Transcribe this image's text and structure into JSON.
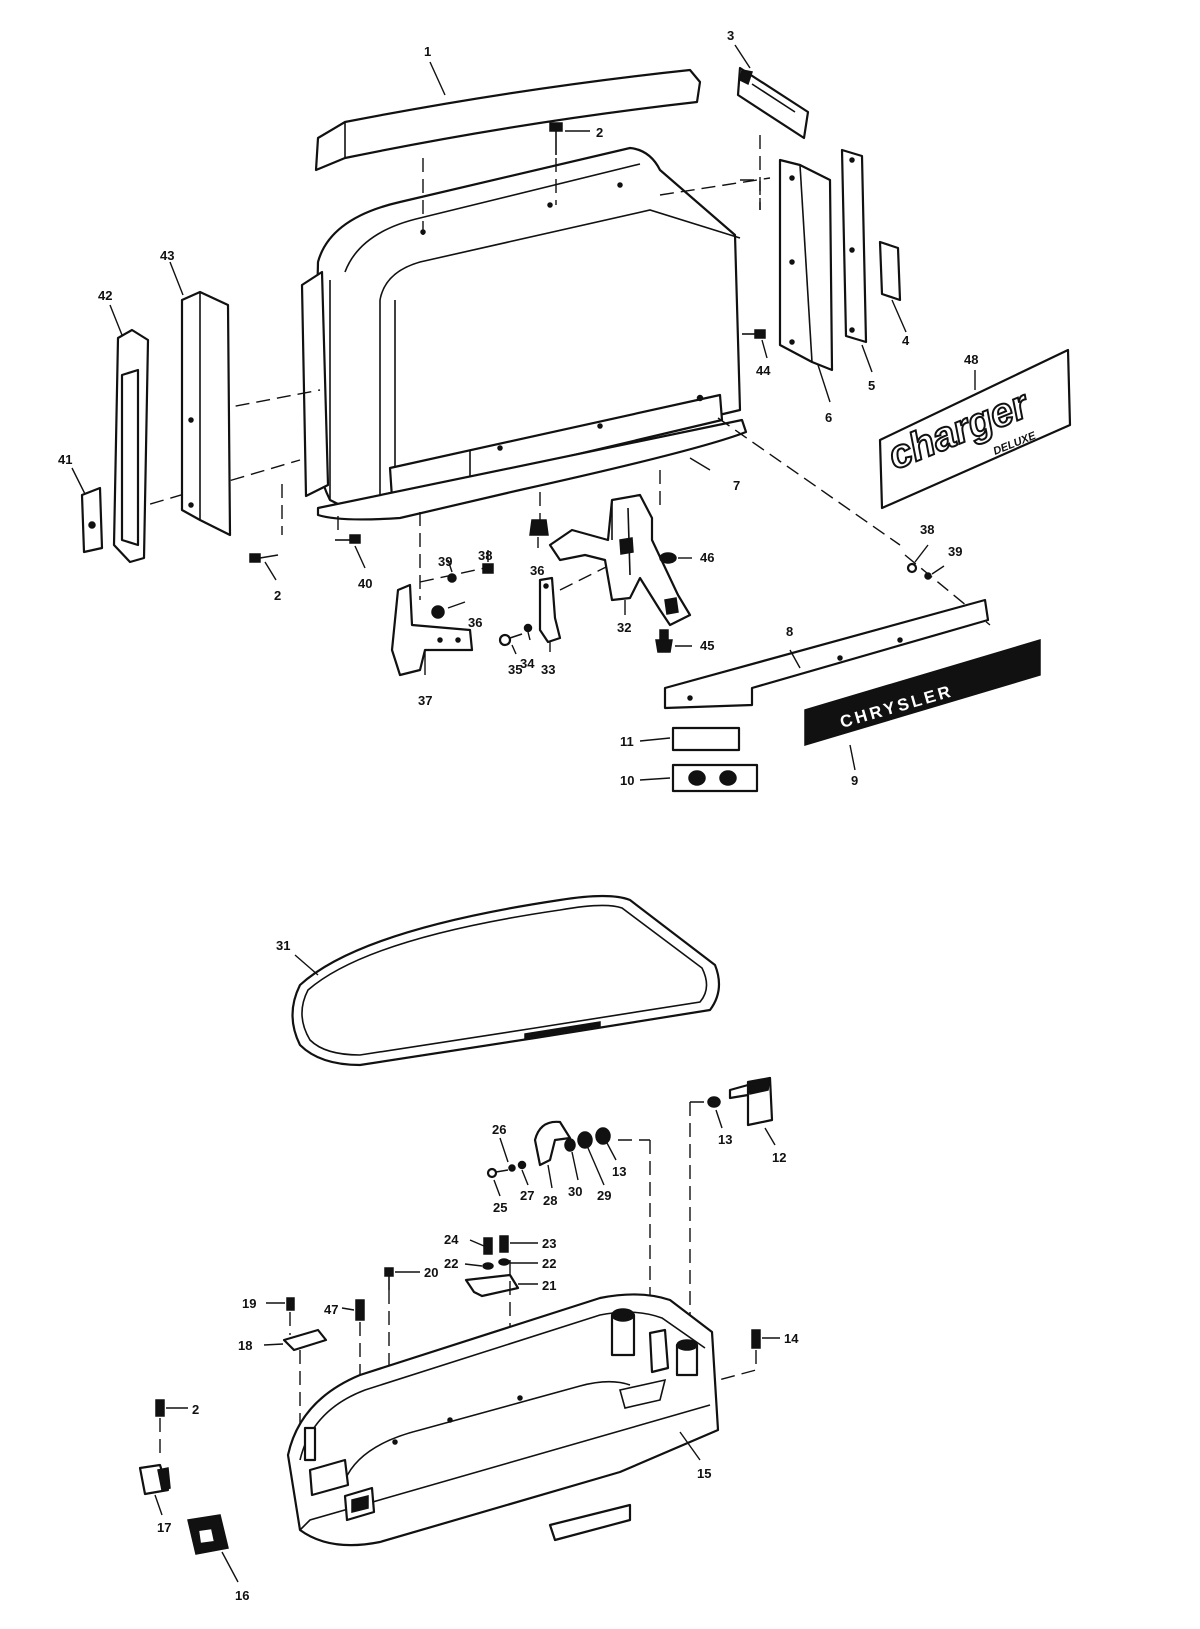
{
  "callouts": {
    "n1": "1",
    "n2": "2",
    "n3": "3",
    "n4": "4",
    "n5": "5",
    "n6": "6",
    "n7": "7",
    "n8": "8",
    "n9": "9",
    "n10": "10",
    "n11": "11",
    "n12": "12",
    "n13": "13",
    "n14": "14",
    "n15": "15",
    "n16": "16",
    "n17": "17",
    "n18": "18",
    "n19": "19",
    "n20": "20",
    "n21": "21",
    "n22": "22",
    "n23": "23",
    "n24": "24",
    "n25": "25",
    "n26": "26",
    "n27": "27",
    "n28": "28",
    "n29": "29",
    "n30": "30",
    "n31": "31",
    "n32": "32",
    "n33": "33",
    "n34": "34",
    "n35": "35",
    "n36": "36",
    "n37": "37",
    "n38": "38",
    "n39": "39",
    "n40": "40",
    "n41": "41",
    "n42": "42",
    "n43": "43",
    "n44": "44",
    "n45": "45",
    "n46": "46",
    "n47": "47",
    "n48": "48"
  },
  "badges": {
    "charger": "charger",
    "deluxe": "DELUXE",
    "chrysler": "CHRYSLER"
  }
}
